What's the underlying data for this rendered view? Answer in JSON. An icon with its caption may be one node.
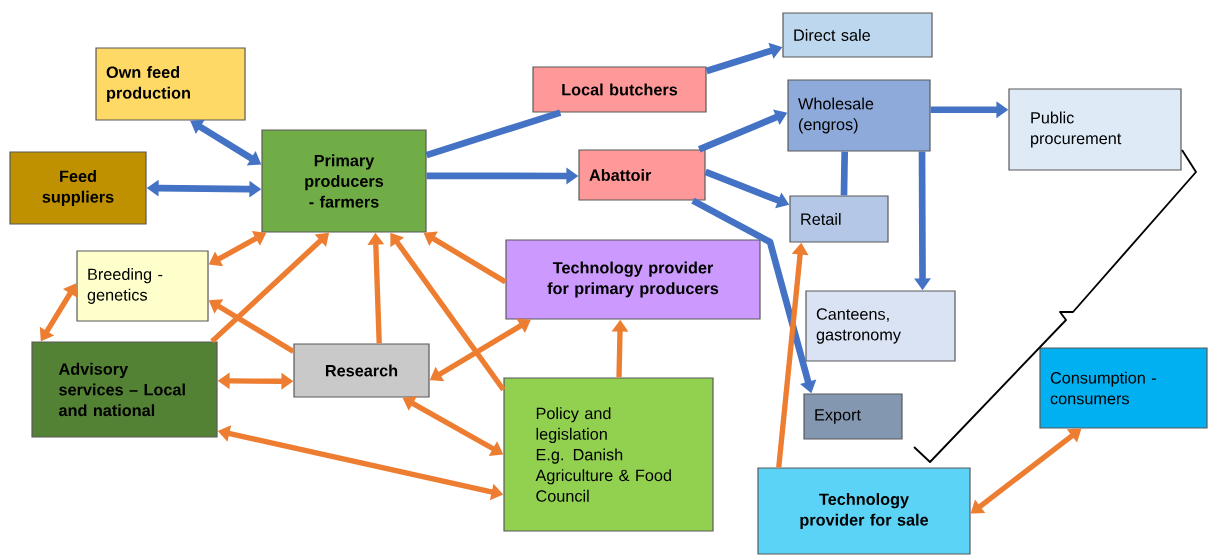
{
  "diagram": {
    "nodes": [
      {
        "text": [
          "Own feed production"
        ]
      },
      {
        "text": [
          "Feed suppliers"
        ]
      },
      {
        "text": [
          "Primary producers - farmers"
        ]
      },
      {
        "text": [
          "Local butchers"
        ]
      },
      {
        "text": [
          "Direct sale"
        ]
      },
      {
        "text": [
          "Abattoir"
        ]
      },
      {
        "text": [
          "Wholesale (engros)"
        ]
      },
      {
        "text": [
          "Public procurement"
        ]
      },
      {
        "text": [
          "Retail"
        ]
      },
      {
        "text": [
          "Breeding - genetics"
        ]
      },
      {
        "text": [
          "Technology provider for primary producers"
        ]
      },
      {
        "text": [
          "Canteens, gastronomy"
        ]
      },
      {
        "text": [
          "Advisory services – Local and national"
        ]
      },
      {
        "text": [
          "Research"
        ]
      },
      {
        "text": [
          "Policy and legislation",
          "E.g. Danish Agriculture & Food Council"
        ]
      },
      {
        "text": [
          "Export"
        ]
      },
      {
        "text": [
          "Consumption - consumers"
        ]
      },
      {
        "text": [
          "Technology provider for sale"
        ]
      }
    ],
    "edges": [
      {
        "from": 0,
        "to": 2,
        "arrow": "both",
        "color": "#4472c4"
      },
      {
        "from": 1,
        "to": 2,
        "arrow": "both",
        "color": "#4472c4"
      },
      {
        "from": 2,
        "to": 3,
        "arrow": "none",
        "color": "#4472c4"
      },
      {
        "from": 3,
        "to": 4,
        "arrow": "to",
        "color": "#4472c4"
      },
      {
        "from": 2,
        "to": 5,
        "arrow": "to",
        "color": "#4472c4"
      },
      {
        "from": 5,
        "to": 6,
        "arrow": "to",
        "color": "#4472c4"
      },
      {
        "from": 5,
        "to": 8,
        "arrow": "to",
        "color": "#4472c4"
      },
      {
        "from": 6,
        "to": 8,
        "arrow": "none",
        "color": "#4472c4"
      },
      {
        "from": 6,
        "to": 7,
        "arrow": "to",
        "color": "#4472c4"
      },
      {
        "from": 6,
        "to": 11,
        "arrow": "to",
        "color": "#4472c4"
      },
      {
        "from": 5,
        "to": 15,
        "arrow": "to",
        "color": "#4472c4"
      },
      {
        "from": 9,
        "to": 2,
        "arrow": "both"
      },
      {
        "from": 12,
        "to": 9,
        "arrow": "both"
      },
      {
        "from": 12,
        "to": 2,
        "arrow": "to"
      },
      {
        "from": 13,
        "to": 2,
        "arrow": "to"
      },
      {
        "from": 14,
        "to": 2,
        "arrow": "to"
      },
      {
        "from": 10,
        "to": 2,
        "arrow": "to"
      },
      {
        "from": 13,
        "to": 9,
        "arrow": "to"
      },
      {
        "from": 12,
        "to": 13,
        "arrow": "both"
      },
      {
        "from": 13,
        "to": 10,
        "arrow": "both"
      },
      {
        "from": 13,
        "to": 14,
        "arrow": "both"
      },
      {
        "from": 14,
        "to": 12,
        "arrow": "both"
      },
      {
        "from": 14,
        "to": 10,
        "arrow": "to"
      },
      {
        "from": 17,
        "to": 8,
        "arrow": "to"
      },
      {
        "from": 17,
        "to": 16,
        "arrow": "both"
      }
    ]
  }
}
